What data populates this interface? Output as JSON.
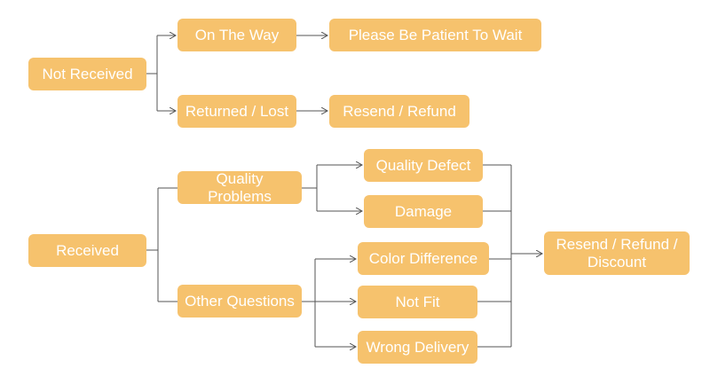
{
  "colors": {
    "box_fill": "#f6c26d",
    "box_text": "#ffffff",
    "connector": "#555555"
  },
  "nodes": {
    "not_received": "Not Received",
    "on_the_way": "On The Way",
    "please_wait": "Please Be Patient To Wait",
    "returned_lost": "Returned / Lost",
    "resend_refund": "Resend / Refund",
    "received": "Received",
    "quality_problems": "Quality Problems",
    "other_questions": "Other Questions",
    "quality_defect": "Quality Defect",
    "damage": "Damage",
    "color_difference": "Color Difference",
    "not_fit": "Not Fit",
    "wrong_delivery": "Wrong Delivery",
    "resend_refund_discount": "Resend / Refund /\nDiscount"
  },
  "edges": [
    [
      "not_received",
      "on_the_way"
    ],
    [
      "not_received",
      "returned_lost"
    ],
    [
      "on_the_way",
      "please_wait"
    ],
    [
      "returned_lost",
      "resend_refund"
    ],
    [
      "received",
      "quality_problems"
    ],
    [
      "received",
      "other_questions"
    ],
    [
      "quality_problems",
      "quality_defect"
    ],
    [
      "quality_problems",
      "damage"
    ],
    [
      "other_questions",
      "color_difference"
    ],
    [
      "other_questions",
      "not_fit"
    ],
    [
      "other_questions",
      "wrong_delivery"
    ],
    [
      "quality_defect",
      "resend_refund_discount"
    ],
    [
      "damage",
      "resend_refund_discount"
    ],
    [
      "color_difference",
      "resend_refund_discount"
    ],
    [
      "not_fit",
      "resend_refund_discount"
    ],
    [
      "wrong_delivery",
      "resend_refund_discount"
    ]
  ]
}
